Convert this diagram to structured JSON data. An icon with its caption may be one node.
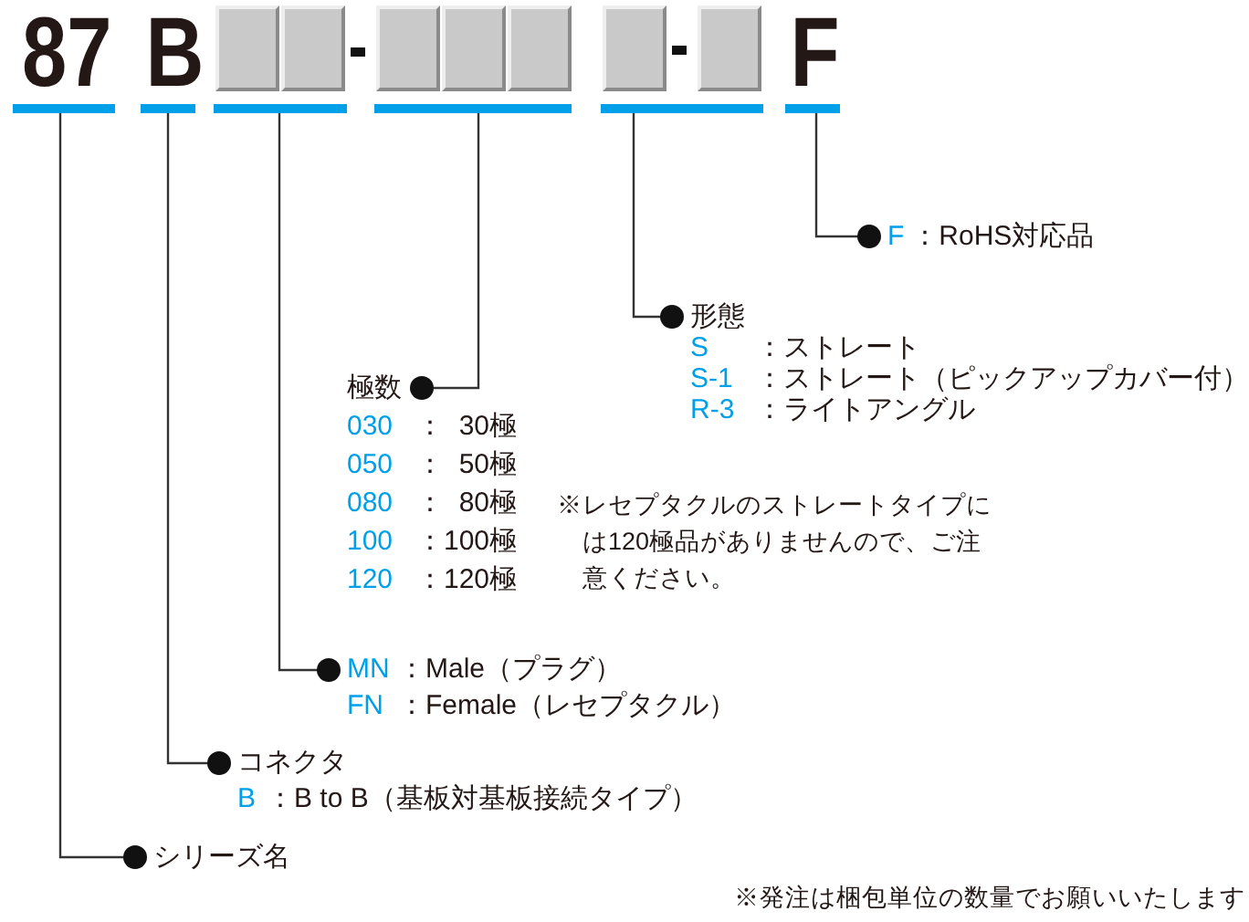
{
  "diagram": {
    "nodes": [
      {
        "text": [
          "87"
        ]
      },
      {
        "text": [
          "B"
        ]
      },
      {
        "text": [],
        "shape": "box"
      },
      {
        "text": [],
        "shape": "box"
      },
      {
        "text": [],
        "shape": "box"
      },
      {
        "text": [
          "F"
        ]
      },
      {
        "text": [
          "F",
          "：RoHS対応品"
        ]
      },
      {
        "text": [
          "形態",
          "S",
          "：ストレート",
          "S-1",
          "：ストレート（ピックアップカバー付）",
          "R-3",
          "：ライトアングル"
        ]
      },
      {
        "text": [
          "極数",
          "030",
          "：  30極",
          "050",
          "：  50極",
          "080",
          "：  80極",
          "100",
          "：100極",
          "120",
          "：120極"
        ]
      },
      {
        "text": [
          "MN",
          "：Male（プラグ）",
          "FN",
          "：Female（レセプタクル）"
        ]
      },
      {
        "text": [
          "コネクタ",
          "B",
          "：B to B（基板対基板接続タイプ）"
        ]
      },
      {
        "text": [
          "シリーズ名"
        ]
      }
    ],
    "edges": [
      {
        "from": 5,
        "to": 6,
        "arrow": "other"
      },
      {
        "from": 4,
        "to": 7,
        "arrow": "other"
      },
      {
        "from": 3,
        "to": 8,
        "arrow": "other"
      },
      {
        "from": 2,
        "to": 9,
        "arrow": "other"
      },
      {
        "from": 1,
        "to": 10,
        "arrow": "other"
      },
      {
        "from": 0,
        "to": 11,
        "arrow": "other"
      }
    ],
    "labels": [
      "※レセプタクルのストレートタイプには120極品がありませんので、ご注意ください。",
      "※発注は梱包単位の数量でお願いいたします"
    ]
  }
}
